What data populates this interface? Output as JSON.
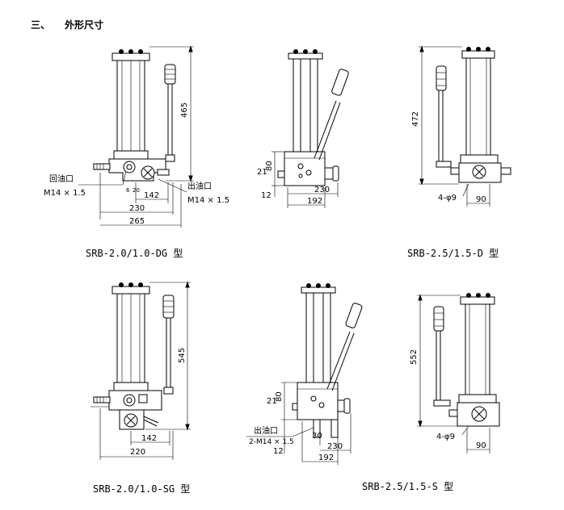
{
  "section": {
    "number": "三、",
    "title": "外形尺寸"
  },
  "diagrams": [
    {
      "model": "SRB-2.0/1.0-DG 型",
      "labels": {
        "return_port": "回油口",
        "return_thread": "M14 × 1.5",
        "outlet_port": "出油口",
        "outlet_thread": "M14 × 1.5"
      },
      "dims": {
        "height": "465",
        "d142": "142",
        "d230": "230",
        "d265": "265",
        "d6": "6",
        "d20": "20"
      }
    },
    {
      "model": "SRB-2.5/1.5-D 型",
      "dims": {
        "d21": "21",
        "d80": "80",
        "d12": "12",
        "d230": "230",
        "d192": "192"
      }
    },
    {
      "model": "SRB-2.5/1.5-D 型",
      "dims": {
        "height": "472",
        "holes": "4-φ9",
        "d90": "90"
      }
    },
    {
      "model": "SRB-2.0/1.0-SG 型",
      "dims": {
        "height": "545",
        "d142": "142",
        "d220": "220"
      }
    },
    {
      "model": "SRB-2.5/1.5-S 型",
      "labels": {
        "outlet_port": "出油口",
        "outlet_thread": "2-M14 × 1.5"
      },
      "dims": {
        "d21": "21",
        "d80": "80",
        "d30": "30",
        "d230": "230",
        "d12": "12",
        "d192": "192"
      }
    },
    {
      "model": "SRB-2.5/1.5-S 型",
      "dims": {
        "height": "552",
        "holes": "4-φ9",
        "d90": "90"
      }
    }
  ],
  "captions": {
    "dg": "SRB-2.0/1.0-DG 型",
    "d": "SRB-2.5/1.5-D 型",
    "sg": "SRB-2.0/1.0-SG 型",
    "s": "SRB-2.5/1.5-S 型"
  }
}
